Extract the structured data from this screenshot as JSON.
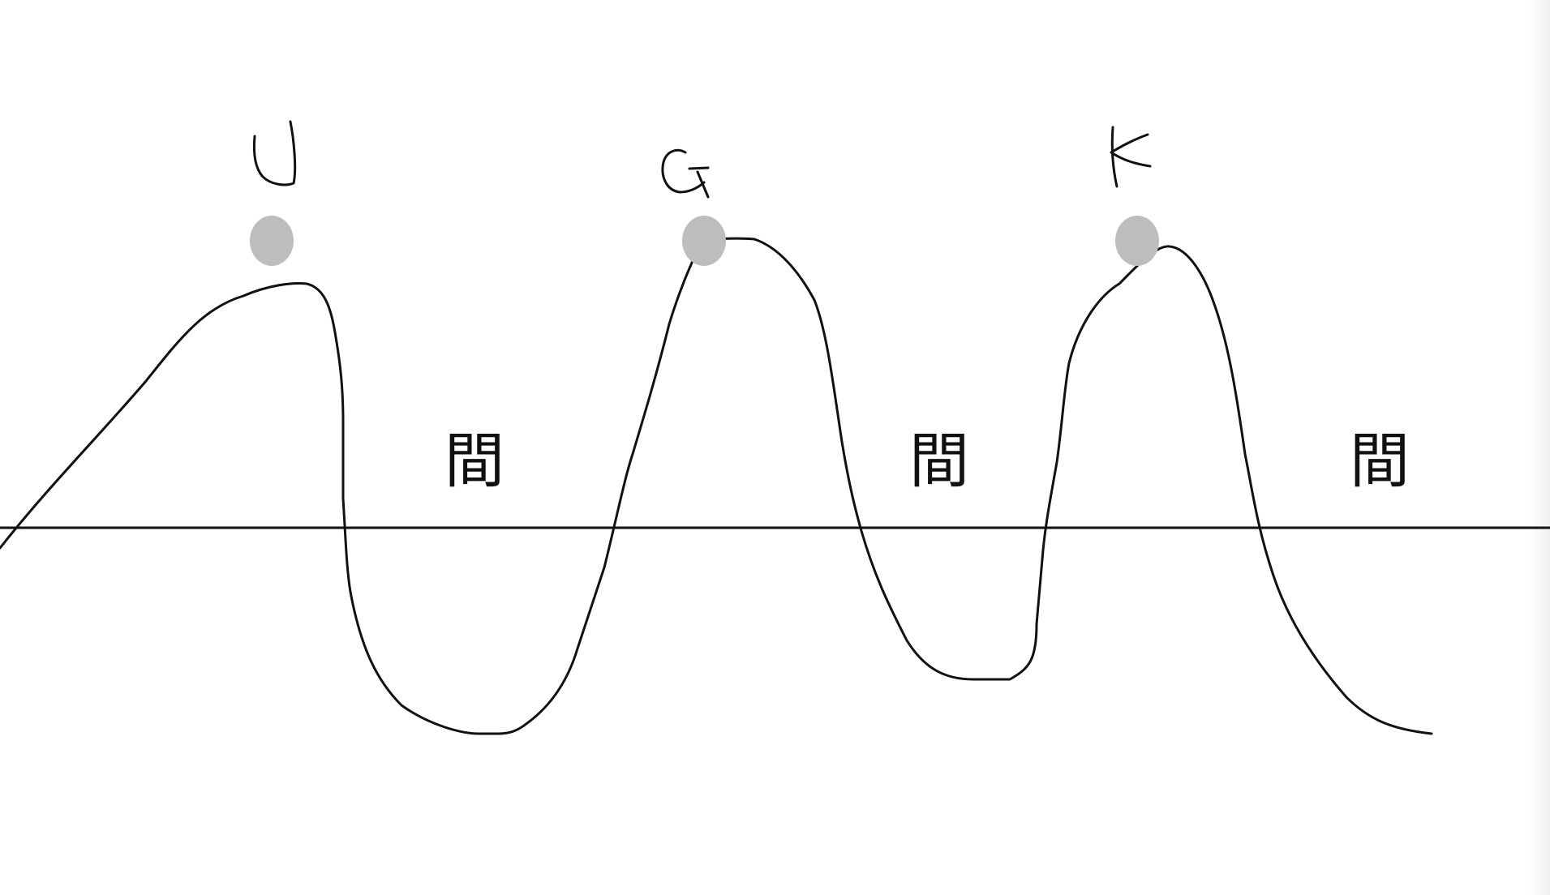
{
  "diagram": {
    "peaks": [
      {
        "label": "U",
        "marker": "dot"
      },
      {
        "label": "G",
        "marker": "dot"
      },
      {
        "label": "K",
        "marker": "dot"
      }
    ],
    "gaps": [
      {
        "label": "間"
      },
      {
        "label": "間"
      },
      {
        "label": "間"
      }
    ],
    "colors": {
      "background": "#ffffff",
      "ink": "#111111",
      "dot": "#bdbdbd"
    }
  }
}
